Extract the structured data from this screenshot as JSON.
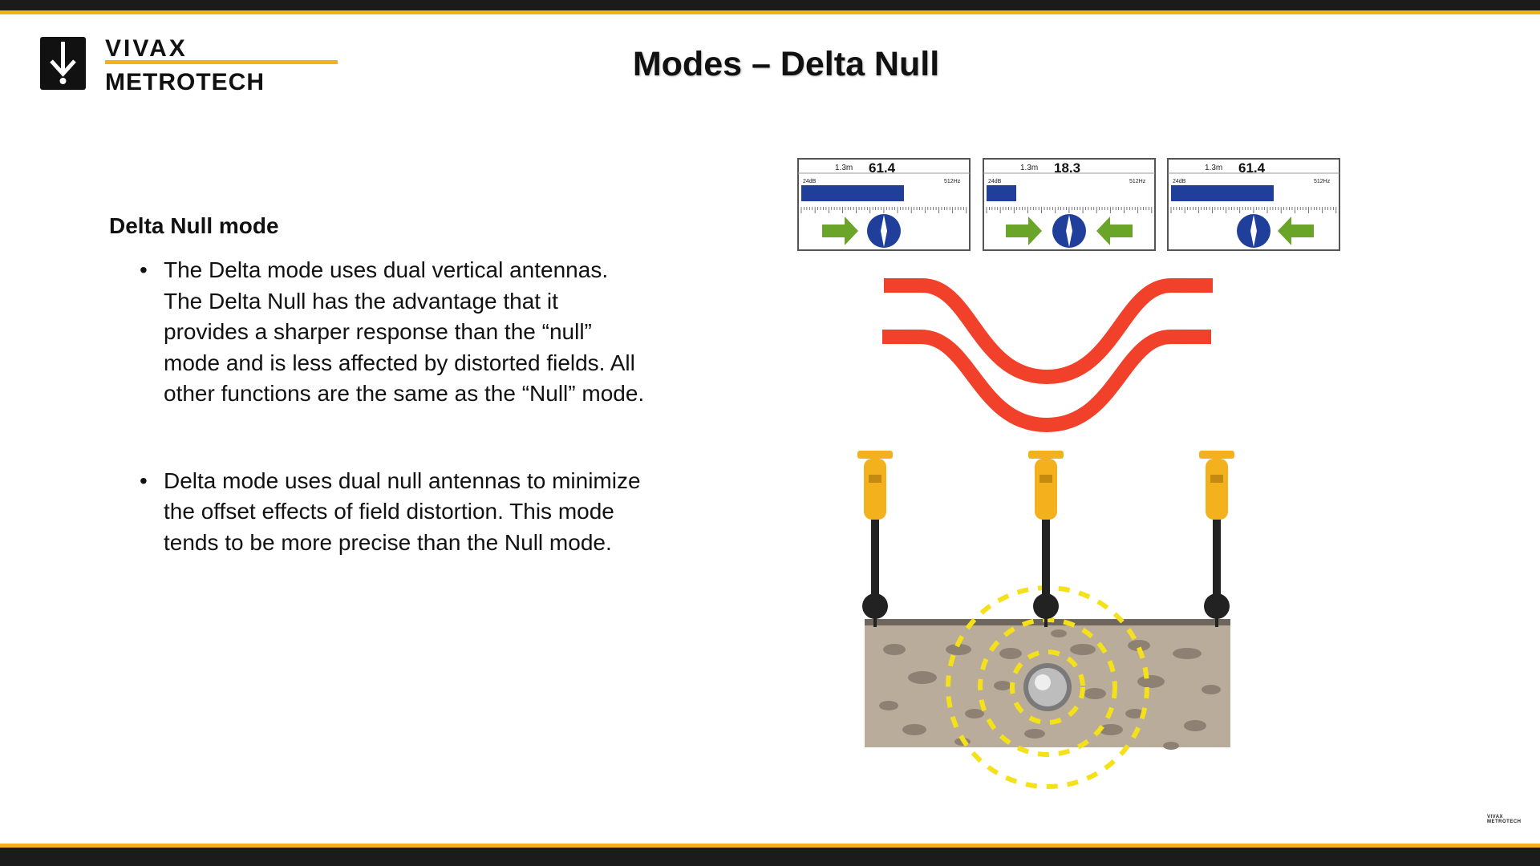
{
  "header": {
    "title": "Modes – Delta Null",
    "logo": {
      "line1": "VIVAX",
      "line2": "METROTECH",
      "icon": "vivax-metrotech-logo-icon"
    }
  },
  "content": {
    "heading": "Delta Null mode",
    "bullets": [
      {
        "lines": [
          "The Delta mode uses dual vertical antennas.",
          "The Delta Null has the advantage that it",
          "provides a sharper response than the “null”",
          "mode and is less affected by distorted fields. All",
          "other functions are the same as the “Null” mode."
        ]
      },
      {
        "lines": [
          "Delta mode uses dual null antennas to minimize",
          "the offset effects of field distortion. This mode",
          "tends to be more precise than the Null mode."
        ]
      }
    ],
    "bullet_marker": "•"
  },
  "figure": {
    "screens": [
      {
        "depth": "1.3m",
        "value": "61.4",
        "gain": "24dB",
        "freq": "512Hz",
        "level": 0.62,
        "arrows": "right"
      },
      {
        "depth": "1.3m",
        "value": "18.3",
        "gain": "24dB",
        "freq": "512Hz",
        "level": 0.18,
        "arrows": "both"
      },
      {
        "depth": "1.3m",
        "value": "61.4",
        "gain": "24dB",
        "freq": "512Hz",
        "level": 0.62,
        "arrows": "left"
      }
    ],
    "colors": {
      "curve": "#f2412a",
      "locator": "#f2b11d",
      "soil": "#b9ac9b",
      "soil_top": "#6e655c",
      "field": "#f5e11a",
      "bar": "#1f3f9a",
      "arrow": "#6aa52a",
      "compass": "#1f3f9a"
    }
  },
  "footer": {
    "mini_logo_line1": "VIVAX",
    "mini_logo_line2": "METROTECH"
  }
}
